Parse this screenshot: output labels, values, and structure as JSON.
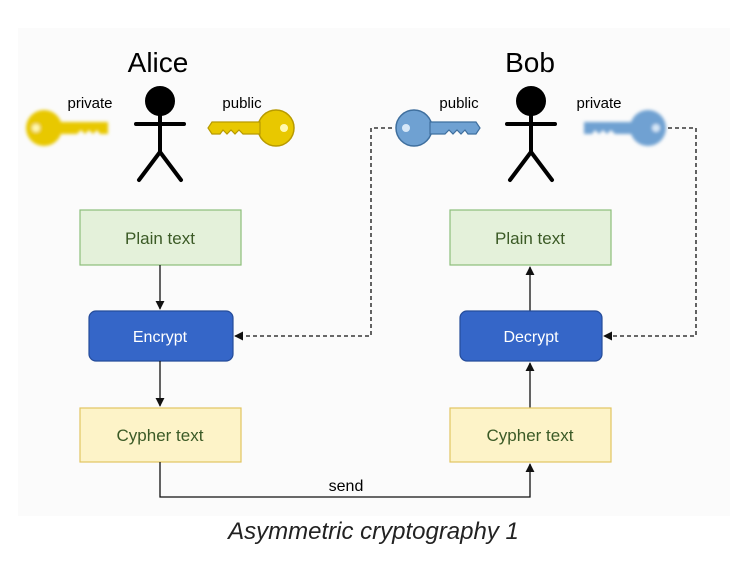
{
  "diagram": {
    "alice": {
      "name": "Alice",
      "private_label": "private",
      "public_label": "public",
      "key_color": "#e8c800",
      "plain_text": "Plain text",
      "encrypt": "Encrypt",
      "cypher_text": "Cypher text"
    },
    "bob": {
      "name": "Bob",
      "public_label": "public",
      "private_label": "private",
      "key_color": "#6fa1d2",
      "plain_text": "Plain text",
      "decrypt": "Decrypt",
      "cypher_text": "Cypher text"
    },
    "send_label": "send",
    "colors": {
      "plain_fill": "#e4f1da",
      "plain_stroke": "#8cbf7a",
      "action_fill": "#3566c8",
      "cypher_fill": "#fdf3c8",
      "cypher_stroke": "#e2c560",
      "text_dark_green": "#3b5a26"
    }
  },
  "caption": "Asymmetric cryptography 1"
}
